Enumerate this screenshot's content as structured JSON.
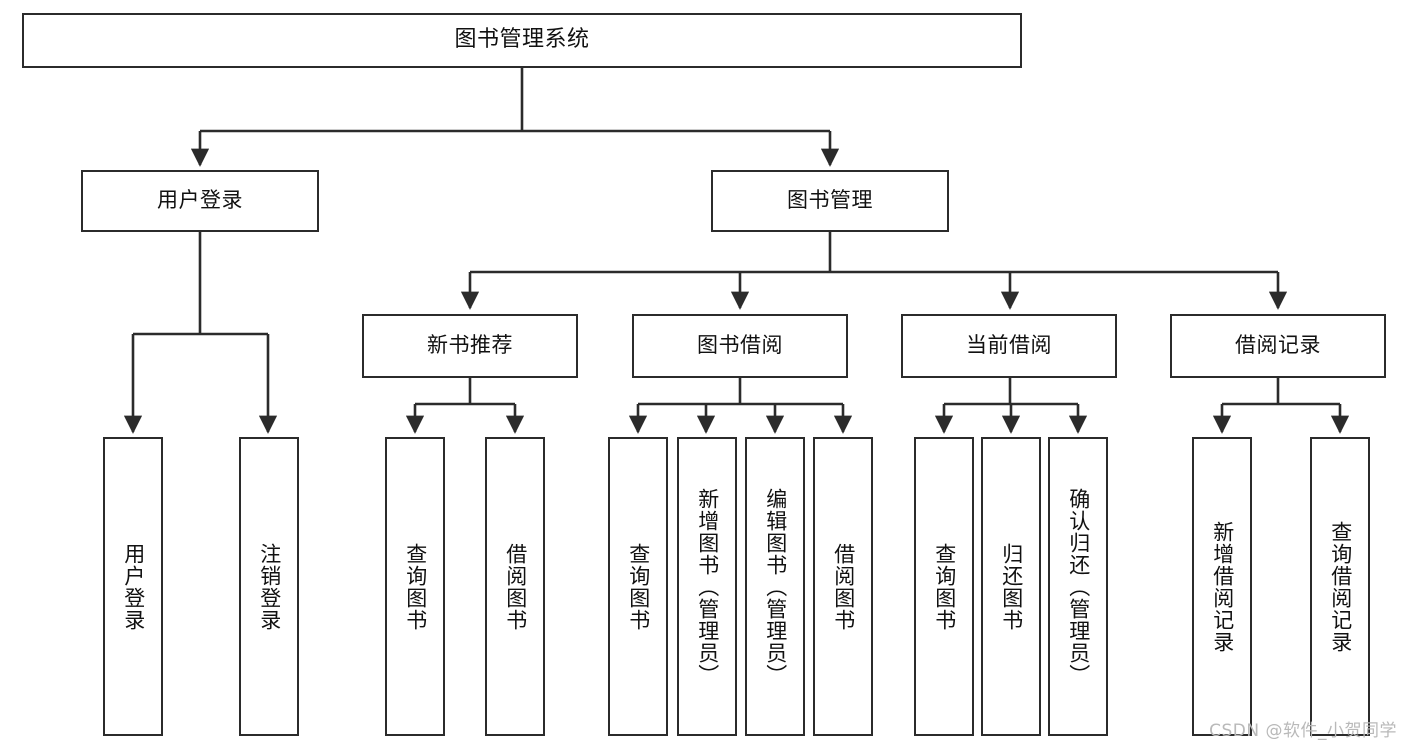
{
  "diagram": {
    "type": "tree",
    "title": "图书管理系统",
    "watermark": "CSDN @软件_小贺同学",
    "stroke_color": "#2b2b2b",
    "fill_color": "#ffffff",
    "text_color": "#111111",
    "nodes": {
      "root": {
        "label": "图书管理系统"
      },
      "level2": [
        {
          "id": "user-login",
          "label": "用户登录"
        },
        {
          "id": "book-manage",
          "label": "图书管理"
        }
      ],
      "level3": [
        {
          "id": "new-book-rec",
          "label": "新书推荐"
        },
        {
          "id": "book-borrow",
          "label": "图书借阅"
        },
        {
          "id": "current-borrow",
          "label": "当前借阅"
        },
        {
          "id": "borrow-record",
          "label": "借阅记录"
        }
      ],
      "leaves": {
        "user_login": [
          {
            "id": "leaf-user-login",
            "label": "用户登录"
          },
          {
            "id": "leaf-user-logout",
            "label": "注销登录"
          }
        ],
        "new_book_rec": [
          {
            "id": "leaf-query-book-1",
            "label": "查询图书"
          },
          {
            "id": "leaf-borrow-book-1",
            "label": "借阅图书"
          }
        ],
        "book_borrow": [
          {
            "id": "leaf-query-book-2",
            "label": "查询图书"
          },
          {
            "id": "leaf-add-book",
            "label": "新增图书（管理员）"
          },
          {
            "id": "leaf-edit-book",
            "label": "编辑图书（管理员）"
          },
          {
            "id": "leaf-borrow-book-2",
            "label": "借阅图书"
          }
        ],
        "current_borrow": [
          {
            "id": "leaf-query-book-3",
            "label": "查询图书"
          },
          {
            "id": "leaf-return-book",
            "label": "归还图书"
          },
          {
            "id": "leaf-confirm-return",
            "label": "确认归还（管理员）"
          }
        ],
        "borrow_record": [
          {
            "id": "leaf-add-record",
            "label": "新增借阅记录"
          },
          {
            "id": "leaf-query-record",
            "label": "查询借阅记录"
          }
        ]
      }
    }
  }
}
